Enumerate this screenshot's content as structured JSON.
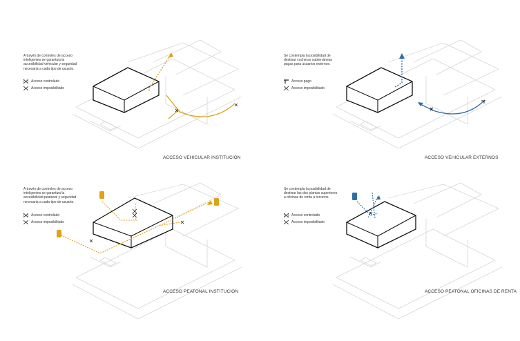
{
  "panels": [
    {
      "id": "vehicular-institucion",
      "text": "A través de controles de acceso inteligentes se garantiza la accesibilidad vehicular y seguridad necesaria a cada tipo de usuario.",
      "legend": [
        "Acceso controlado",
        "Acceso imposibilitado"
      ],
      "title": "ACCESO VEHICULAR INSTITUCIÓN",
      "accent": "#e0a21a"
    },
    {
      "id": "vehicular-externos",
      "text": "Se contempla la posibilidad de destinar cocheras subterráneas pagas para usuarios externos.",
      "legend": [
        "Acceso pago",
        "Acceso imposibilitado"
      ],
      "title": "ACCESO VEHICULAR EXTERNOS",
      "accent": "#2e6ea6"
    },
    {
      "id": "peatonal-institucion",
      "text": "A través de controles de acceso inteligentes se garantiza la accesibilidad peatonal y seguridad necesaria a cada tipo de usuario.",
      "legend": [
        "Acceso controlado",
        "Acceso imposibilitado"
      ],
      "title": "ACCESO PEATONAL INSTITUCIÓN",
      "accent": "#e0a21a"
    },
    {
      "id": "peatonal-oficinas",
      "text": "Se contempla la posibilidad de destinar las dos plantas superiores a oficinas de renta a terceros.",
      "legend": [
        "Acceso controlado",
        "Acceso imposibilitado"
      ],
      "title": "ACCESO PEATONAL OFICINAS DE RENTA",
      "accent": "#2e6ea6"
    }
  ]
}
